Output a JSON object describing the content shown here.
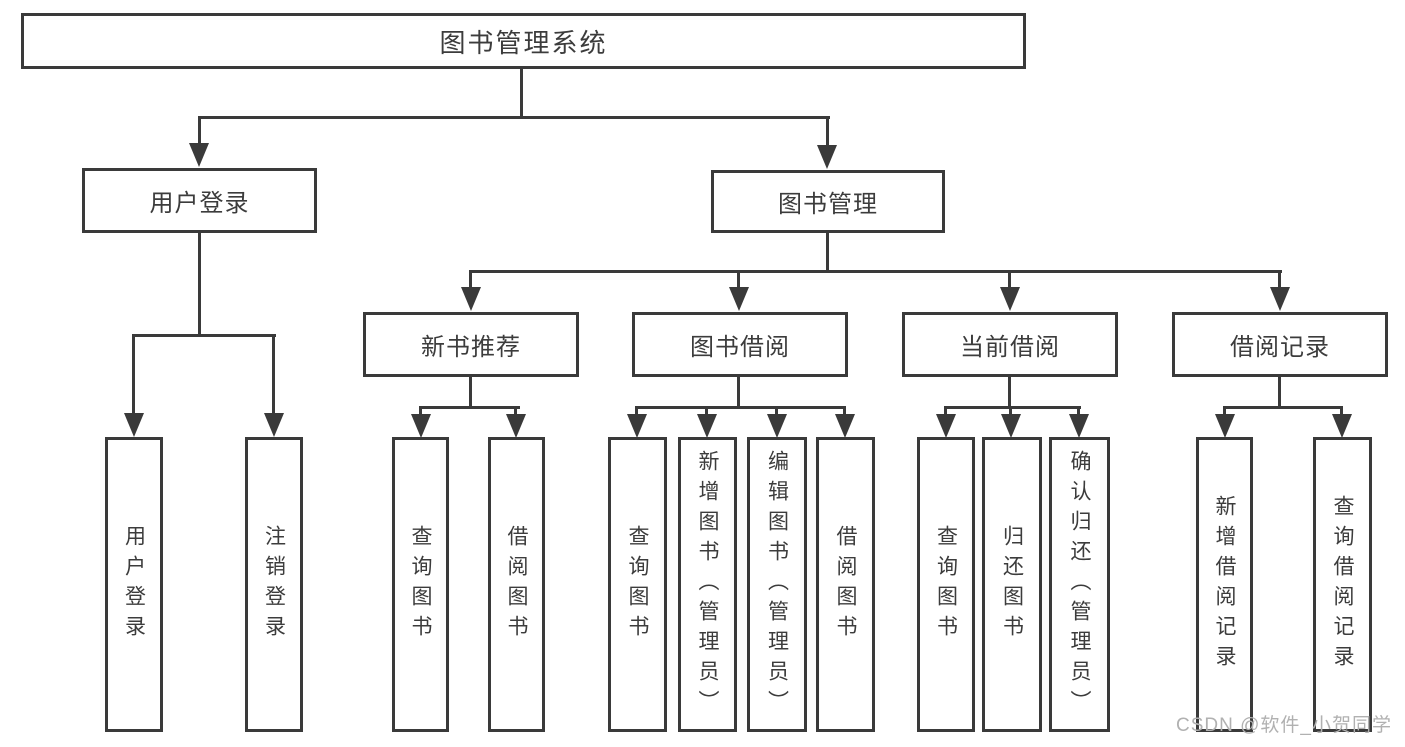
{
  "nodes": {
    "root": "图书管理系统",
    "user_login": {
      "label": "用户登录",
      "children": [
        "用户登录",
        "注销登录"
      ]
    },
    "book_mgmt": {
      "label": "图书管理"
    },
    "new_books": {
      "label": "新书推荐",
      "children": [
        "查询图书",
        "借阅图书"
      ]
    },
    "book_borrow": {
      "label": "图书借阅",
      "children": [
        "查询图书",
        "新增图书（管理员）",
        "编辑图书（管理员）",
        "借阅图书"
      ]
    },
    "current_borrow": {
      "label": "当前借阅",
      "children": [
        "查询图书",
        "归还图书",
        "确认归还（管理员）"
      ]
    },
    "borrow_records": {
      "label": "借阅记录",
      "children": [
        "新增借阅记录",
        "查询借阅记录"
      ]
    }
  },
  "watermark": "CSDN @软件_小贺同学",
  "colors": {
    "line": "#3a3a3a",
    "text": "#3c3c3c",
    "background": "#ffffff",
    "watermark": "#b1b1b1"
  }
}
